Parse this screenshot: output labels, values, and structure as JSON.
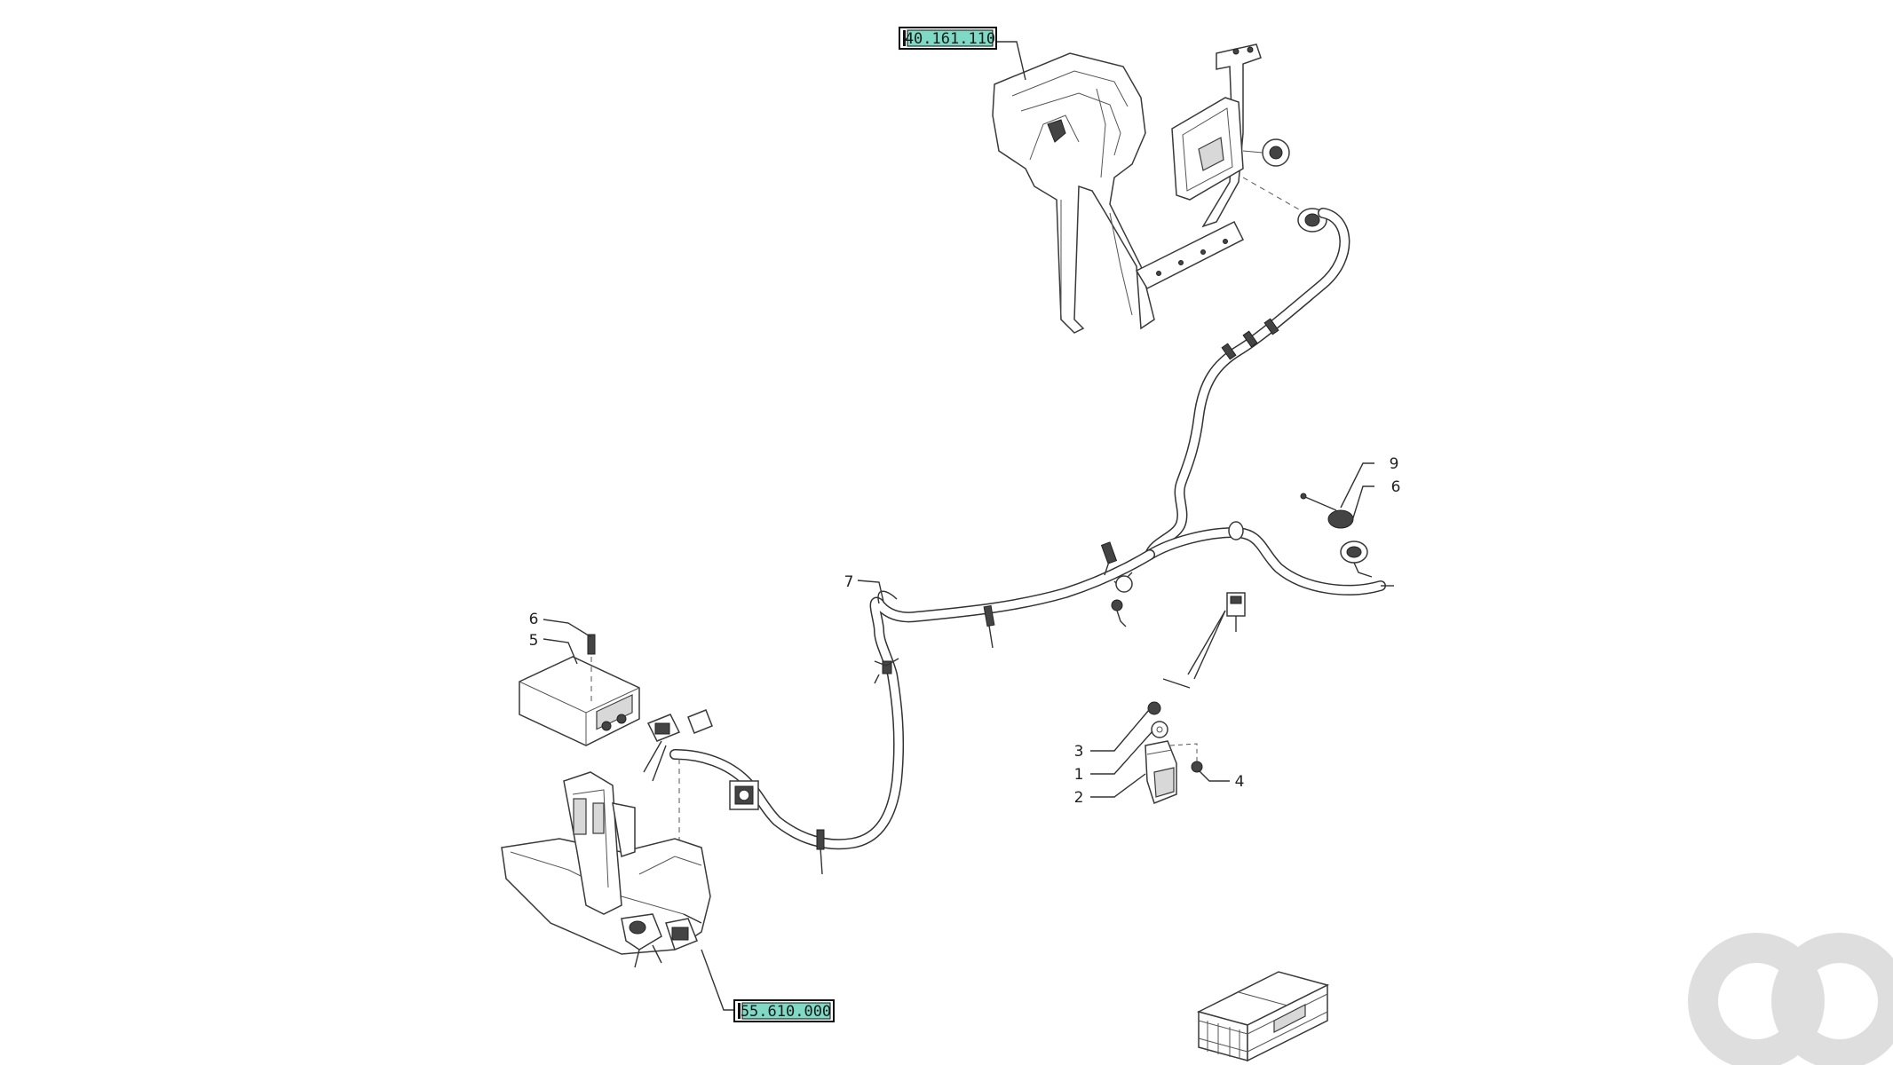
{
  "references": {
    "top_ref": "40.161.110",
    "bottom_ref": "55.610.000",
    "accent_color": "#7fd9c4"
  },
  "callouts": {
    "c9": "9",
    "c6_right": "6",
    "c7": "7",
    "c6_left": "6",
    "c5": "5",
    "c3": "3",
    "c1": "1",
    "c2": "2",
    "c4": "4"
  },
  "icons": {
    "watermark": "ao-logo-icon",
    "kit_box": "crate-icon"
  }
}
